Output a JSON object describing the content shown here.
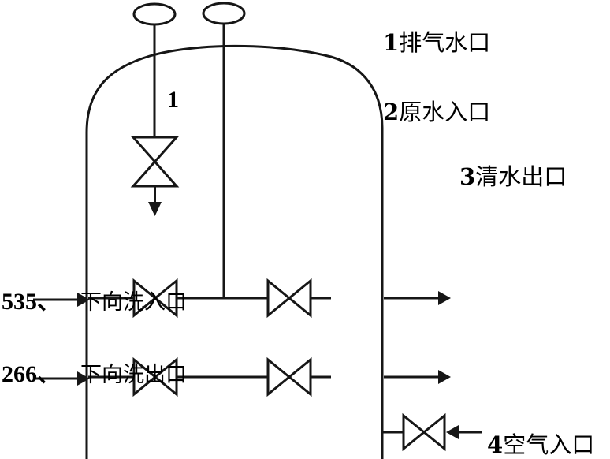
{
  "diagram": {
    "title_implicit": "filter-tank-valve-diagram",
    "colors": {
      "line": "#161616",
      "background": "#ffffff"
    },
    "valve_number": "1",
    "legend": {
      "items": [
        {
          "num": "1",
          "text": "排气水口"
        },
        {
          "num": "2",
          "text": "原水入口"
        },
        {
          "num": "3",
          "text": "清水出口"
        },
        {
          "num": "4",
          "text": "空气入口"
        }
      ]
    },
    "left_labels": {
      "top": "535、",
      "bottom": "266、"
    },
    "pipe_labels": {
      "top": "下向洗入口",
      "bottom": "下向洗出口"
    }
  }
}
